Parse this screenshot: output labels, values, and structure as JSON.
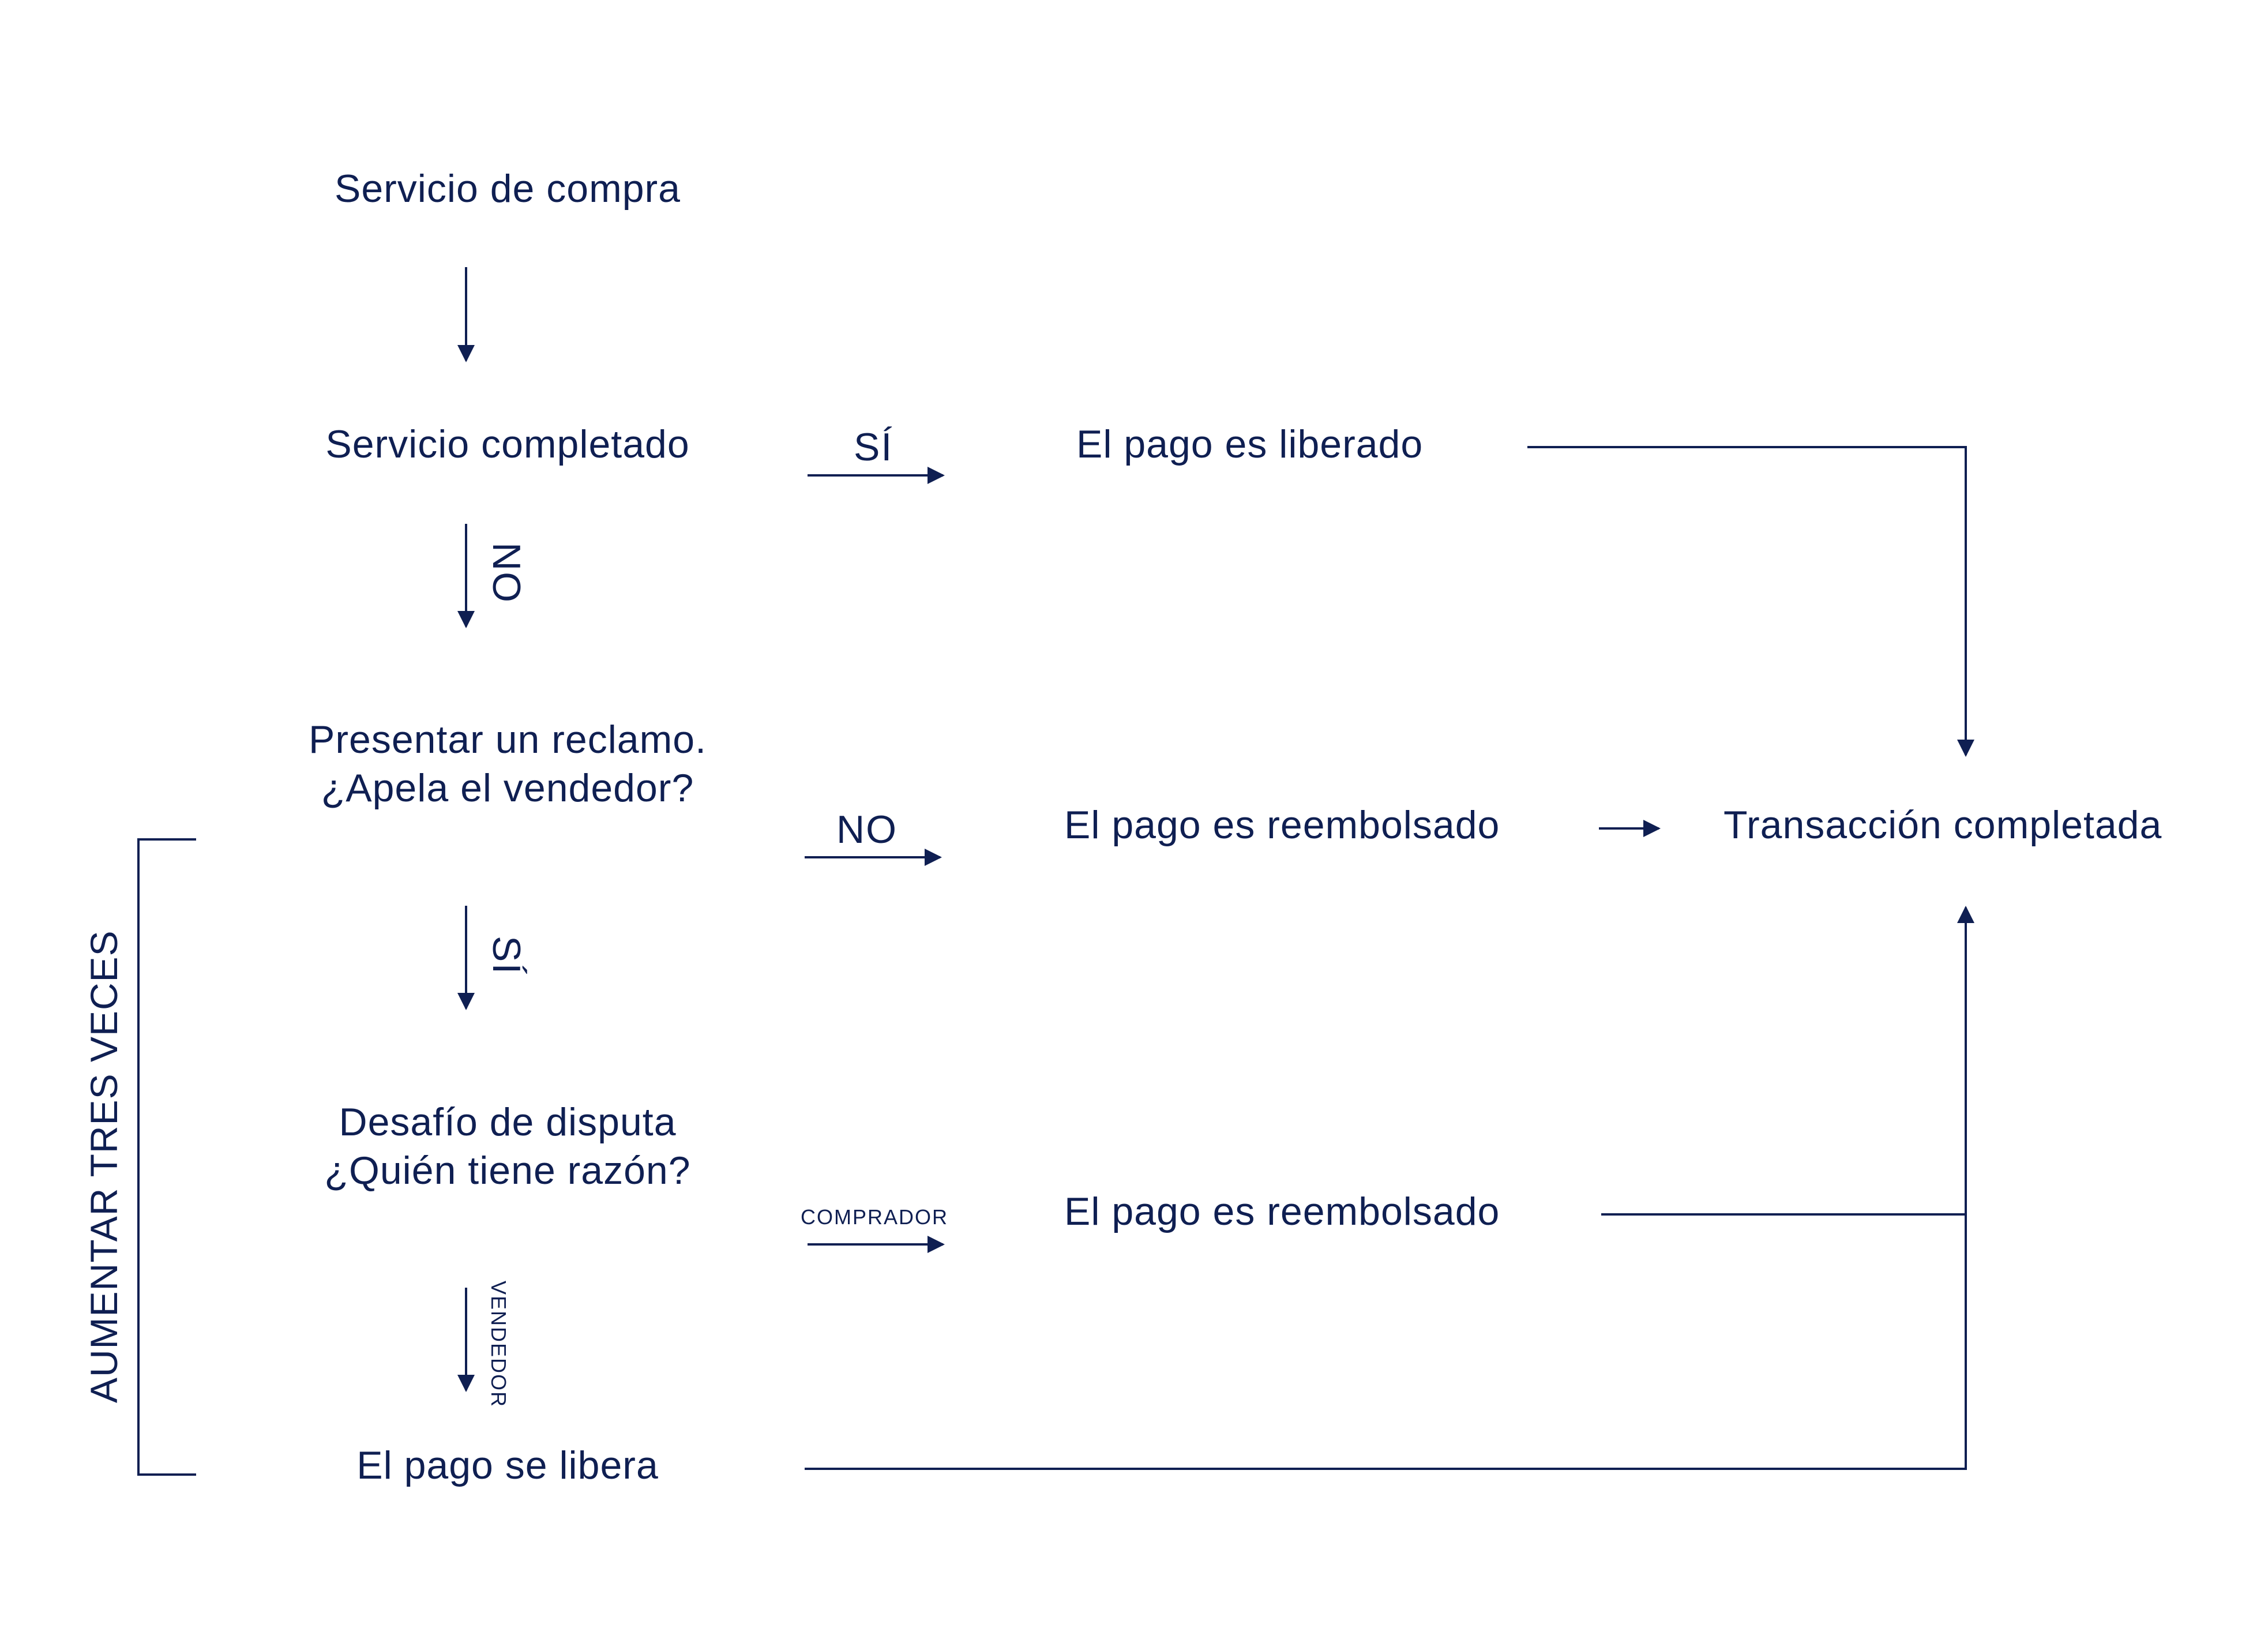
{
  "colors": {
    "ink": "#0f1f52",
    "background": "#ffffff"
  },
  "nodes": {
    "start": "Servicio de compra",
    "service_completed": "Servicio completado",
    "claim_line1": "Presentar un reclamo.",
    "claim_line2": "¿Apela el vendedor?",
    "dispute_line1": "Desafío de disputa",
    "dispute_line2": "¿Quién tiene razón?",
    "payment_released_final": "El pago se libera",
    "payment_released": "El pago es liberado",
    "payment_refunded_1": "El pago es reembolsado",
    "payment_refunded_2": "El pago es reembolsado",
    "transaction_completed": "Transacción completada"
  },
  "edge_labels": {
    "yes_1": "SÍ",
    "no_1": "NO",
    "no_2": "NO",
    "yes_2": "SÍ",
    "buyer": "COMPRADOR",
    "seller": "VENDEDOR"
  },
  "side_bracket_label": "AUMENTAR TRES VECES"
}
